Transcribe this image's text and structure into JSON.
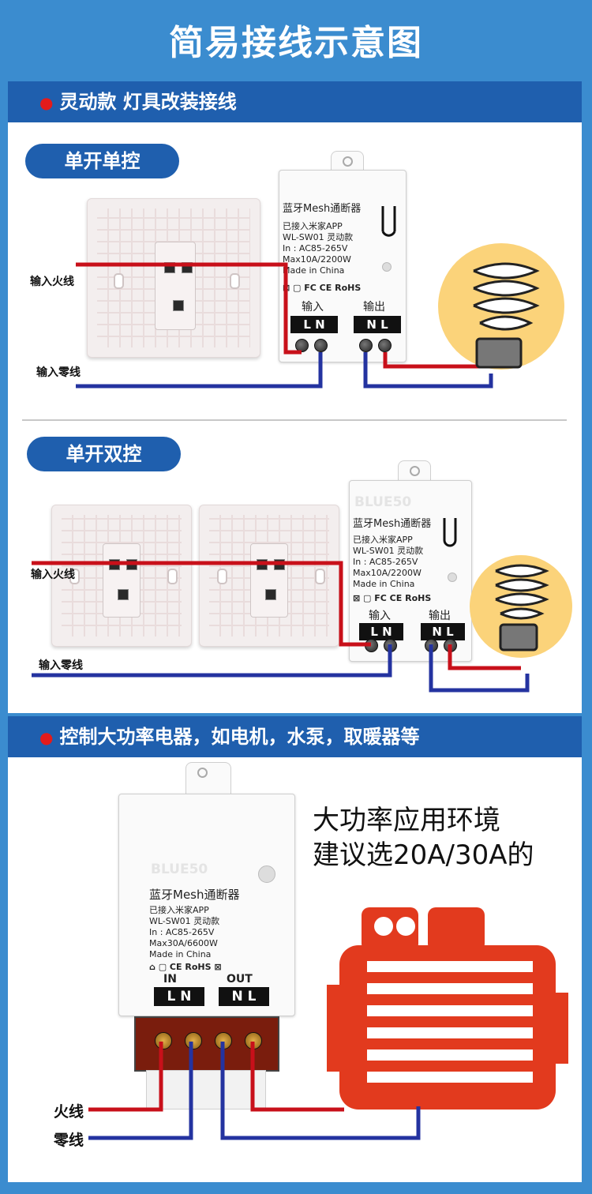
{
  "page_title": "简易接线示意图",
  "section1": {
    "title": "灵动款 灯具改装接线"
  },
  "single": {
    "pill": "单开单控",
    "fire_label": "输入火线",
    "neutral_label": "输入零线"
  },
  "double": {
    "pill": "单开双控",
    "fire_label": "输入火线",
    "neutral_label": "输入零线"
  },
  "module_small": {
    "watermark": "BLUE50",
    "name": "蓝牙Mesh通断器",
    "line1": "已接入米家APP",
    "line2": "WL-SW01 灵动款",
    "line3": "In : AC85-265V",
    "line4": "Max10A/2200W",
    "line5": "Made in China",
    "certs": "⊠ ▢ FC CE RoHS",
    "in_label": "输入",
    "out_label": "输出",
    "in_terminals": "L N",
    "out_terminals": "N L"
  },
  "section2": {
    "title": "控制大功率电器，如电机，水泵，取暖器等"
  },
  "module_big": {
    "watermark": "BLUE50",
    "name": "蓝牙Mesh通断器",
    "line1": "已接入米家APP",
    "line2": "WL-SW01 灵动款",
    "line3": "In : AC85-265V",
    "line4": "Max30A/6600W",
    "line5": "Made in China",
    "certs": "⌂ ▢ CE RoHS ⊠",
    "in_label": "IN",
    "out_label": "OUT",
    "in_terminals": "L N",
    "out_terminals": "N L"
  },
  "high_power": {
    "note_line1": "大功率应用环境",
    "note_line2": "建议选20A/30A的",
    "fire_label": "火线",
    "neutral_label": "零线"
  },
  "colors": {
    "background": "#3b8ccf",
    "bar": "#1f5fae",
    "live_wire": "#c8101a",
    "neutral_wire": "#2433a0",
    "motor": "#e23a1e",
    "bulb_glow": "#fbd37a"
  }
}
